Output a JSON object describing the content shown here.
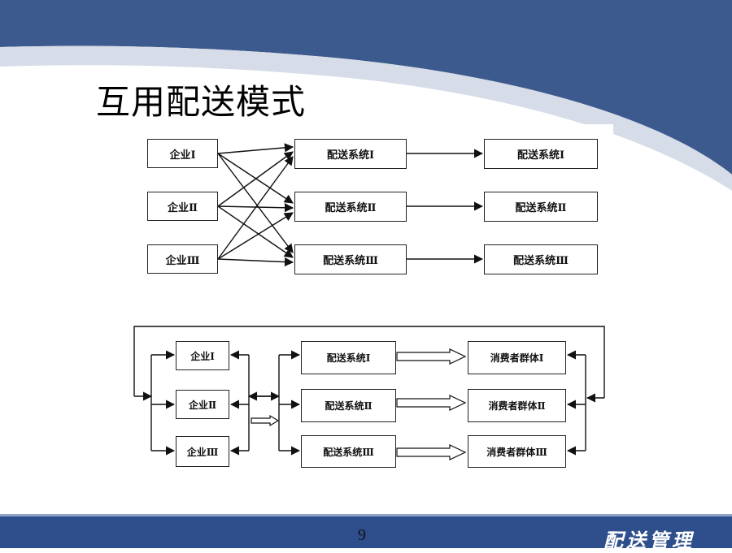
{
  "slide": {
    "title": "互用配送模式",
    "page_number": "9",
    "brand": "配送管理",
    "colors": {
      "header": "#3d5a8e",
      "footer": "#2f4f8c",
      "swoosh": "#d7dde8"
    }
  },
  "diagram1": {
    "enterprises": [
      "企业Ⅰ",
      "企业Ⅱ",
      "企业Ⅲ"
    ],
    "systems": [
      "配送系统Ⅰ",
      "配送系统Ⅱ",
      "配送系统Ⅲ"
    ],
    "targets": [
      "配送系统Ⅰ",
      "配送系统Ⅱ",
      "配送系统Ⅲ"
    ]
  },
  "diagram2": {
    "enterprises": [
      "企业Ⅰ",
      "企业Ⅱ",
      "企业Ⅲ"
    ],
    "systems": [
      "配送系统Ⅰ",
      "配送系统Ⅱ",
      "配送系统Ⅲ"
    ],
    "consumers": [
      "消费者群体Ⅰ",
      "消费者群体Ⅱ",
      "消费者群体Ⅲ"
    ]
  }
}
